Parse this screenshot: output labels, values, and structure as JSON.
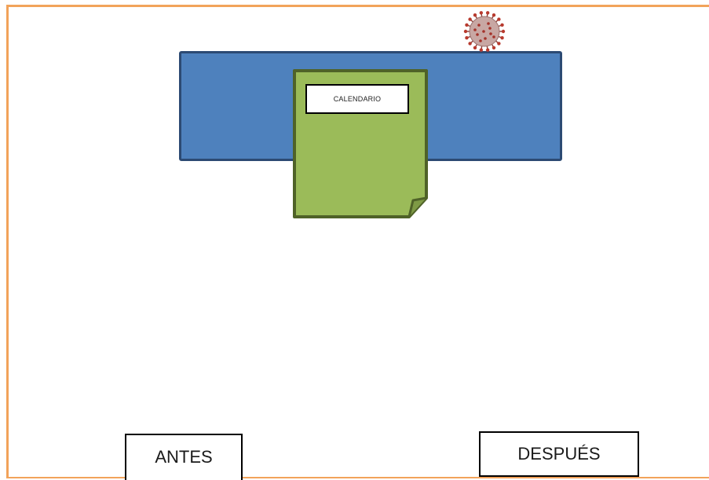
{
  "scene": {
    "frame_color": "#f2a35a",
    "board": {
      "fill": "#4e81bd",
      "stroke": "#2c4a73"
    },
    "note": {
      "fill": "#9bbb59",
      "stroke": "#4f6228",
      "label": "CALENDARIO"
    },
    "virus_icon": "coronavirus-icon"
  },
  "labels": {
    "before": "ANTES",
    "after": "DESPUÉS"
  }
}
